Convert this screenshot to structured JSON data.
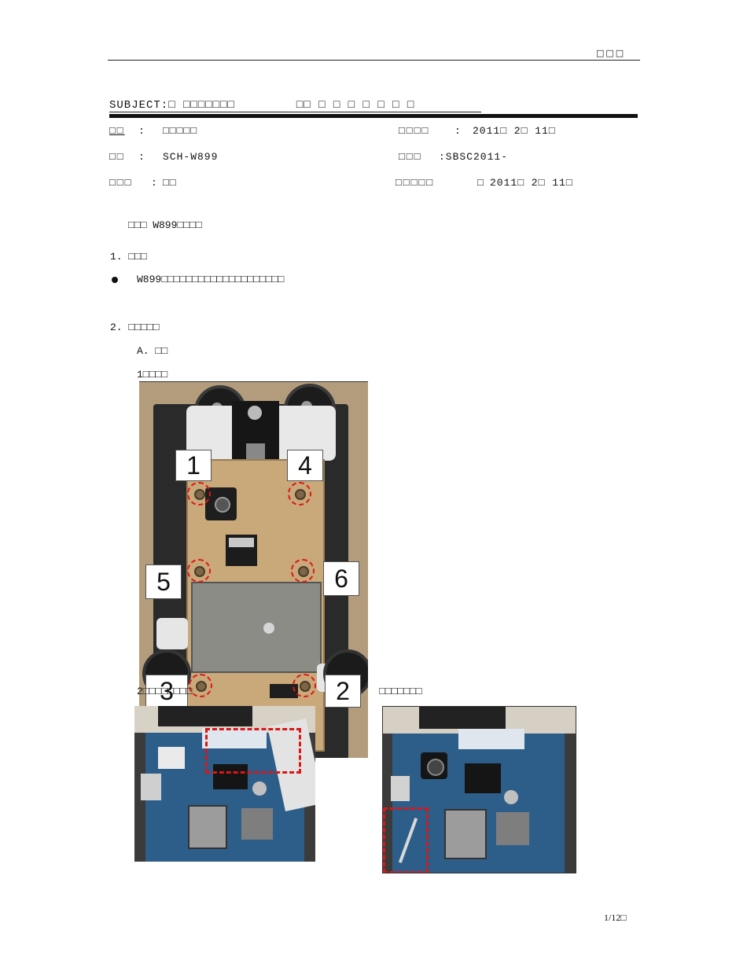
{
  "header": {
    "mark": "□□□"
  },
  "subject": {
    "label": "SUBJECT:",
    "title": "□  □□□□□□□",
    "title_tail": "□□   □  □  □  □  □  □  □"
  },
  "meta": {
    "dept": {
      "label": "□□",
      "sep": ":",
      "value": "□□□□□"
    },
    "model": {
      "label": "□□",
      "sep": ":",
      "value": "SCH-W899"
    },
    "author": {
      "label": "□□□",
      "sep": ":",
      "value": "□□"
    },
    "date": {
      "label": "□□□□",
      "sep": ":",
      "value": "2011□  2□  11□"
    },
    "doc_no": {
      "label": "□□□",
      "sep": ":SBSC2011-",
      "value": ""
    },
    "revised": {
      "label": "□□□□□",
      "sep": "□",
      "value": "2011□  2□  11□"
    }
  },
  "body": {
    "section_title": "□□□    W899□□□□",
    "section1": "1.  □□□",
    "bullet1": "W899□□□□□□□□□□□□□□□□□□□□",
    "section2": "2.  □□□□□",
    "sub_a": "A. □□",
    "step1": "1□□□□",
    "step2": "2□□□□□□□□",
    "step3": "□□□□□□□"
  },
  "photo1": {
    "labels": [
      "1",
      "4",
      "5",
      "6",
      "3",
      "2"
    ]
  },
  "colors": {
    "annotation_red": "#e01818",
    "pcb_blue": "#2d5e8a",
    "housing_gold": "#c9a87a"
  },
  "footer": {
    "page_number": "1/12□"
  }
}
